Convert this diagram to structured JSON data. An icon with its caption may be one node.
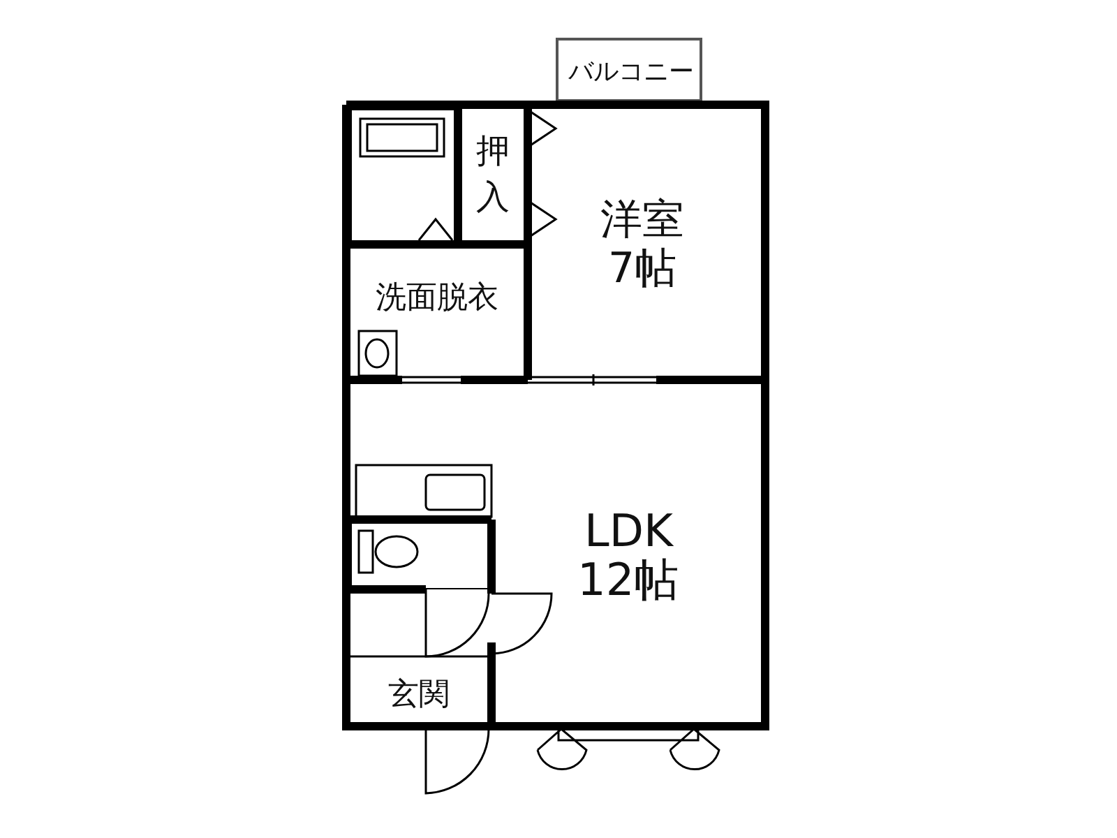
{
  "diagram": {
    "nodes": [
      {
        "text": [
          "バルコニー"
        ]
      },
      {
        "text": [],
        "shape": "box"
      },
      {
        "text": [
          "押入"
        ]
      },
      {
        "text": [
          "洋室",
          "7帖"
        ]
      },
      {
        "text": [
          "洗面脱衣"
        ]
      },
      {
        "text": [
          "LDK",
          "12帖"
        ]
      },
      {
        "text": [],
        "shape": "box"
      },
      {
        "text": [
          "玄関"
        ]
      }
    ]
  }
}
